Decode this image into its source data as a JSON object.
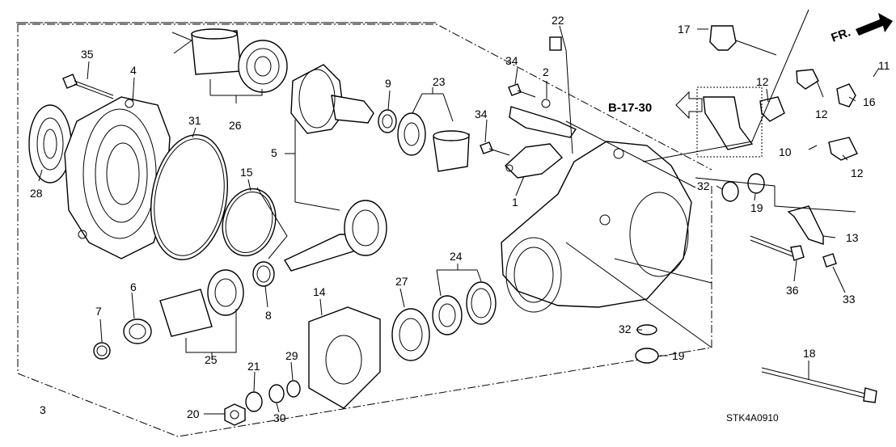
{
  "diagram": {
    "ref_arrow_label": "B-17-30",
    "direction_label": "FR.",
    "drawing_code": "STK4A0910",
    "callouts": [
      "1",
      "2",
      "3",
      "4",
      "5",
      "6",
      "7",
      "8",
      "9",
      "10",
      "11",
      "12",
      "12",
      "12",
      "13",
      "14",
      "15",
      "16",
      "17",
      "18",
      "19",
      "19",
      "20",
      "21",
      "22",
      "23",
      "24",
      "25",
      "26",
      "27",
      "28",
      "29",
      "30",
      "31",
      "32",
      "32",
      "33",
      "34",
      "34",
      "35",
      "36"
    ]
  }
}
